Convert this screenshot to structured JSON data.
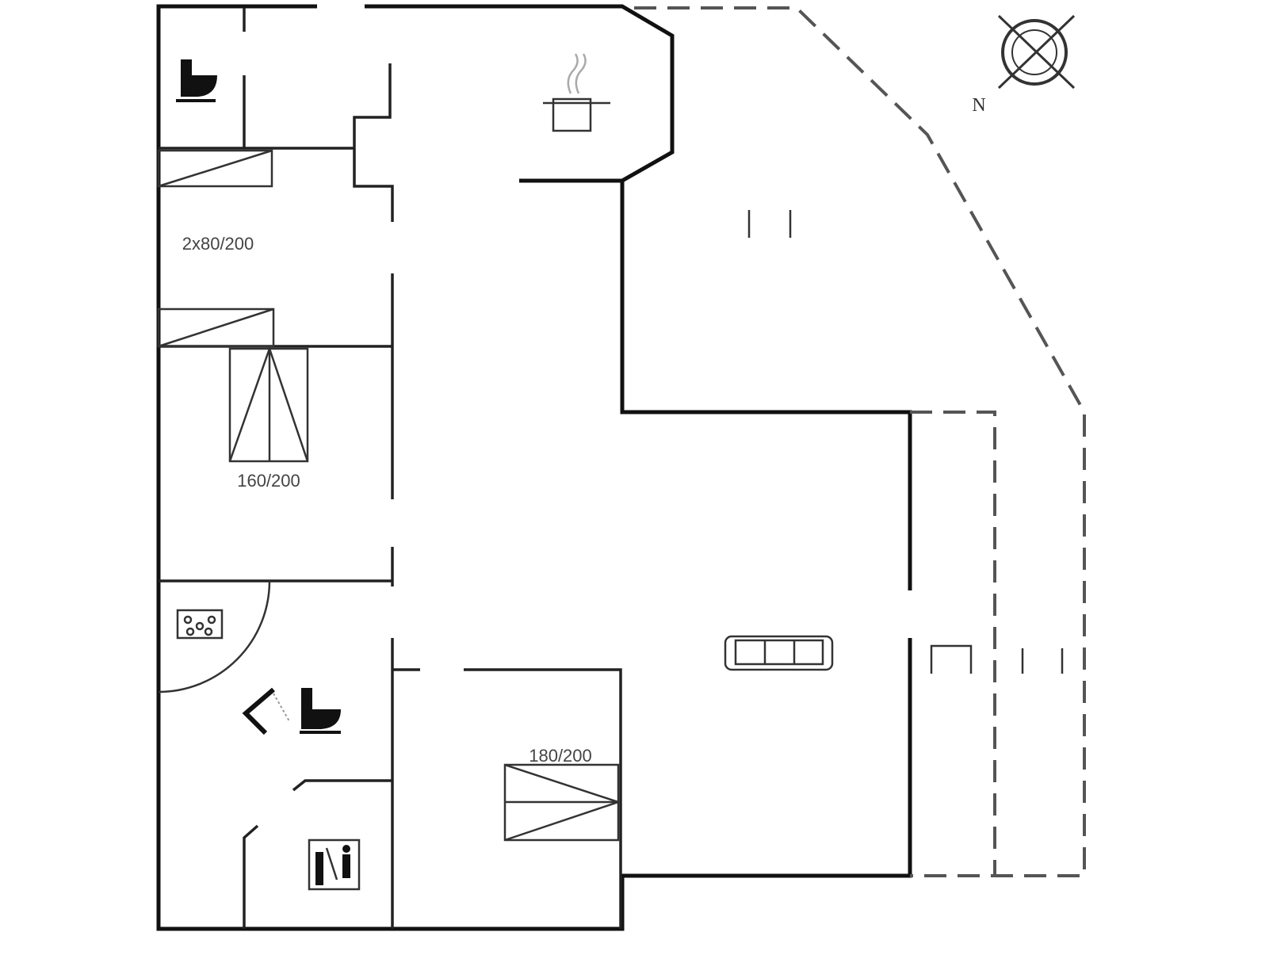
{
  "labels": {
    "bed_twin": "2x80/200",
    "bed_double_1": "160/200",
    "bed_double_2": "180/200"
  },
  "compass": {
    "north_label": "N"
  },
  "colors": {
    "wall": "#111111",
    "terrace": "#555555"
  }
}
